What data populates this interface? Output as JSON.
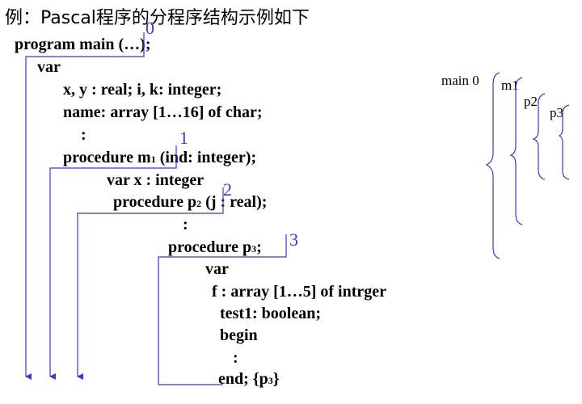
{
  "title": "例：Pascal程序的分程序结构示例如下",
  "code": {
    "l1": "program   main (…);",
    "l2": "var",
    "l3": "x, y : real;   i, k: integer;",
    "l4": "name:  array [1…16] of char;",
    "l5": ":",
    "l6": "procedure  m",
    "l6_sub": "1",
    "l6_rest": " (ind: integer);",
    "l7": "var    x : integer",
    "l8": "procedure  p",
    "l8_sub": "2",
    "l8_rest": " (j : real);",
    "l9": ":",
    "l10": "procedure   p",
    "l10_sub": "3",
    "l10_rest": ";",
    "l11": "var",
    "l12": "f : array [1…5] of intrger",
    "l13": "test1:  boolean;",
    "l14": "begin",
    "l15": ":",
    "l16": "end;     {p",
    "l16_sub": "3",
    "l16_rest": "}"
  },
  "levels": {
    "l0": "0",
    "l1": "1",
    "l2": "2",
    "l3": "3"
  },
  "tree": {
    "main": "main 0",
    "m1": "m1",
    "p2": "p2",
    "p3": "p3"
  },
  "colors": {
    "scope_lines": "#3a3acc",
    "brace_lines": "#3a3acc"
  }
}
